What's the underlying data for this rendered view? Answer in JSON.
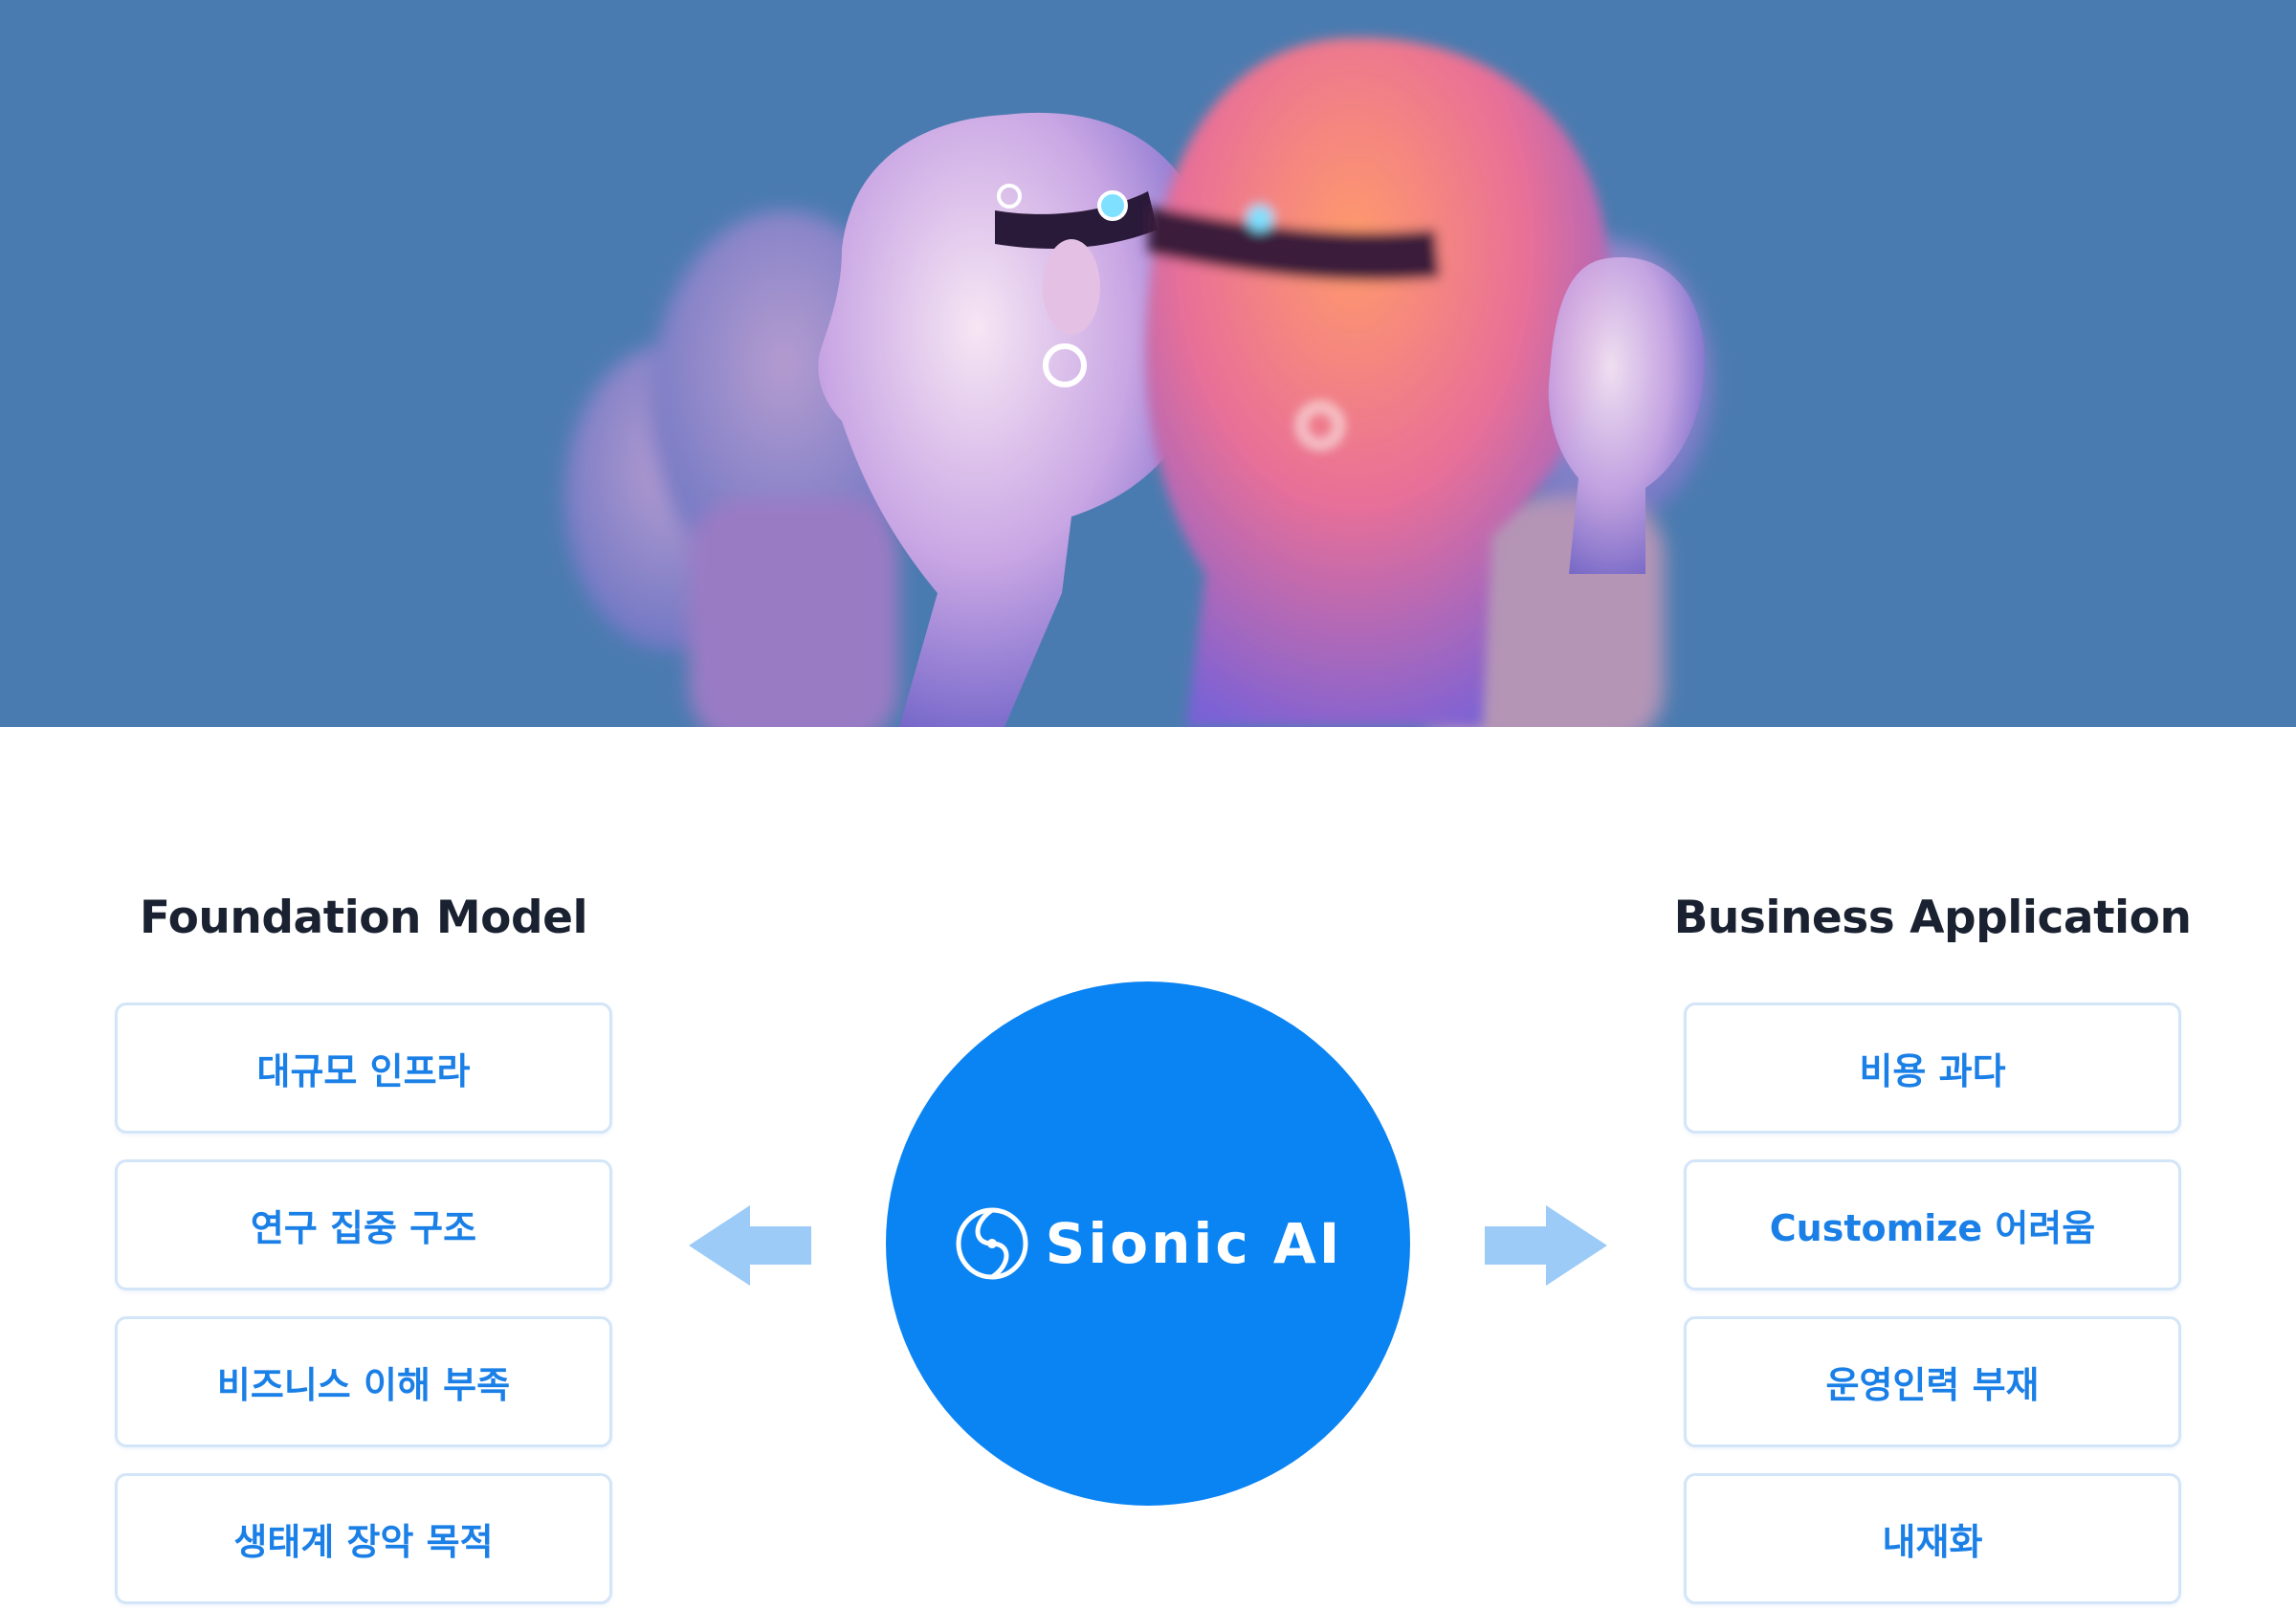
{
  "hero": {
    "subject": "humanoid-robot-heads"
  },
  "left_column": {
    "title": "Foundation Model",
    "items": [
      "대규모 인프라",
      "연구 집중 구조",
      "비즈니스 이해 부족",
      "생태계 장악 목적"
    ]
  },
  "center": {
    "logo_text": "Sionic AI",
    "circle_color": "#0a83f3"
  },
  "right_column": {
    "title": "Business Application",
    "items": [
      "비용 과다",
      "Customize 어려움",
      "운영인력 부재",
      "내재화"
    ]
  },
  "colors": {
    "hero_bg": "#4a7bb0",
    "accent": "#1a7fe6",
    "arrow": "#9ccbf7",
    "box_border": "#d3e5f8",
    "title": "#1a2231"
  }
}
